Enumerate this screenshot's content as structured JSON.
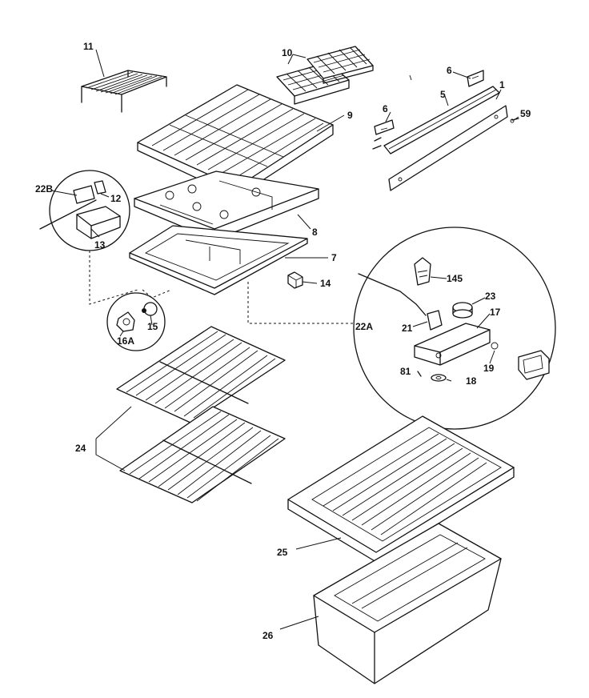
{
  "labels": {
    "p11": "11",
    "p10": "10",
    "p9": "9",
    "p6a": "6",
    "p6b": "6",
    "p5": "5",
    "p1": "1",
    "p59": "59",
    "p22b": "22B",
    "p12": "12",
    "p13": "13",
    "p8": "8",
    "p7": "7",
    "p14": "14",
    "p145": "145",
    "p23": "23",
    "p17": "17",
    "p21": "21",
    "p22a": "22A",
    "p16a": "16A",
    "p15": "15",
    "p19": "19",
    "p81": "81",
    "p18": "18",
    "p24": "24",
    "p25": "25",
    "p26": "26"
  }
}
